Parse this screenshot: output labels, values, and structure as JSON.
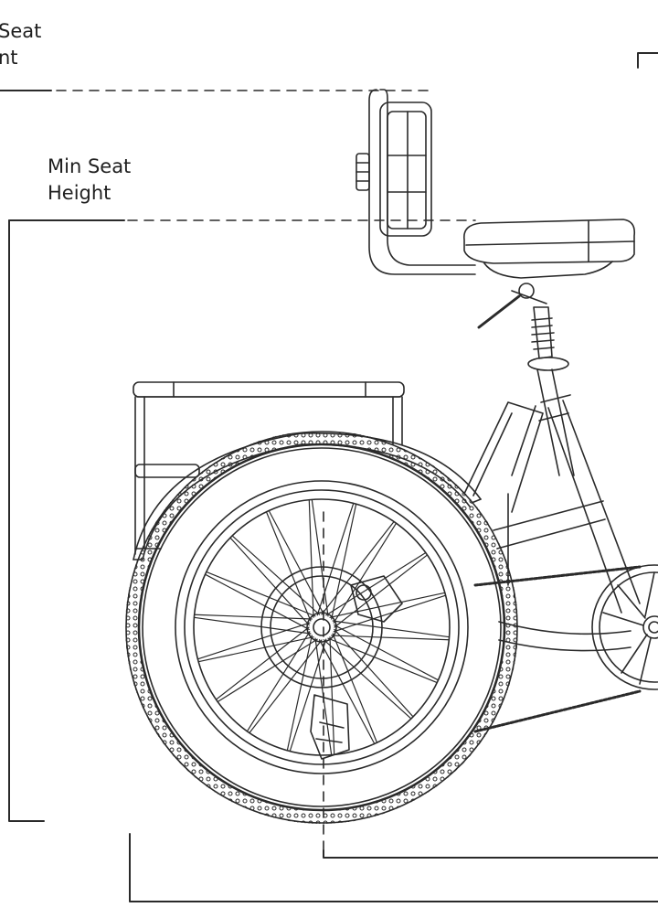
{
  "labels": {
    "max_seat_height": {
      "line1": "Seat",
      "line2": "nt"
    },
    "min_seat_height": {
      "line1": "Min Seat",
      "line2": "Height"
    }
  },
  "colors": {
    "line": "#2a2a2a",
    "background": "#ffffff"
  }
}
